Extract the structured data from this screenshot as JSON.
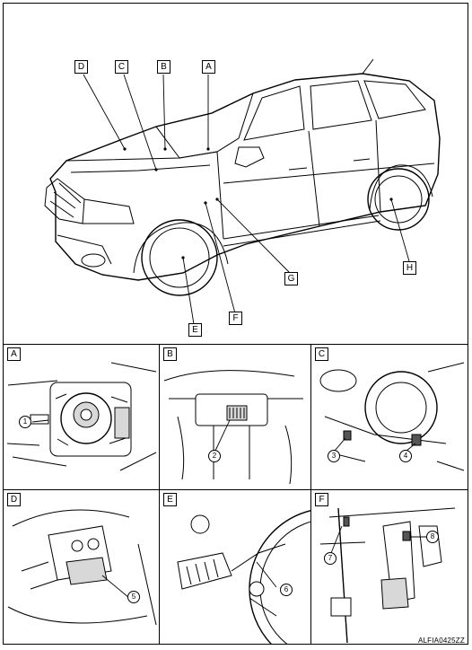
{
  "overview": {
    "callouts": [
      "A",
      "B",
      "C",
      "D",
      "E",
      "F",
      "G",
      "H"
    ]
  },
  "details": [
    {
      "label": "A",
      "numbers": [
        "1"
      ]
    },
    {
      "label": "B",
      "numbers": [
        "2"
      ]
    },
    {
      "label": "C",
      "numbers": [
        "3",
        "4"
      ]
    },
    {
      "label": "D",
      "numbers": [
        "5"
      ]
    },
    {
      "label": "E",
      "numbers": [
        "6"
      ]
    },
    {
      "label": "F",
      "numbers": [
        "7",
        "8"
      ]
    }
  ],
  "figure_id": "ALFIA0425ZZ"
}
